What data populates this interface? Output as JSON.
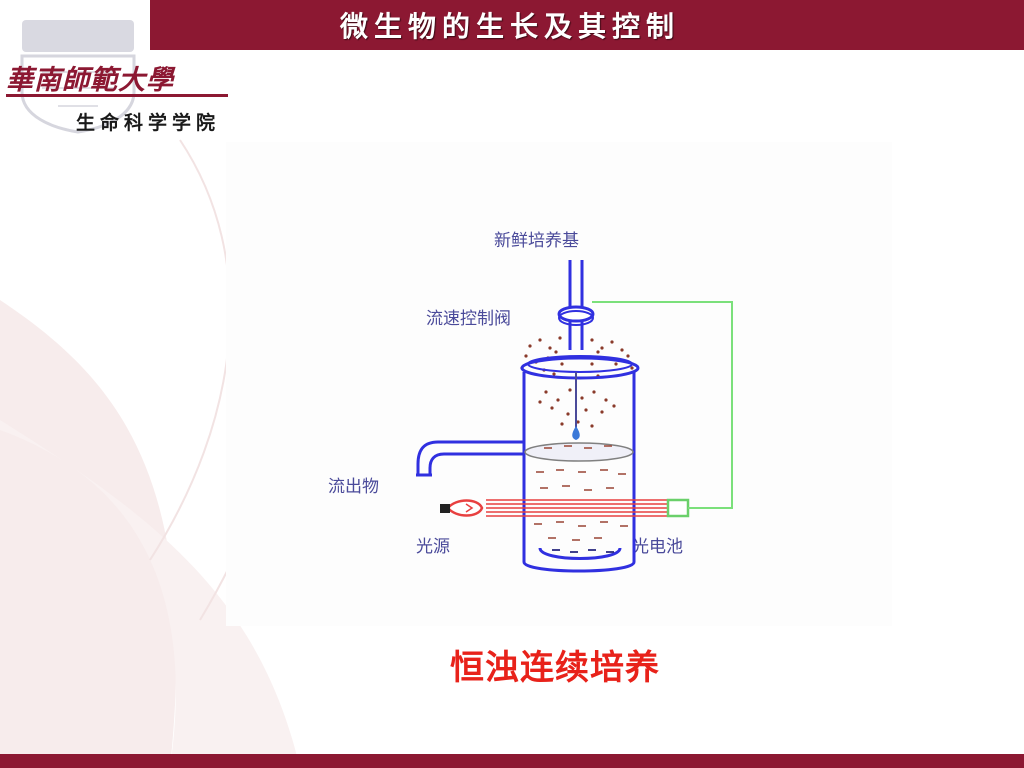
{
  "slide": {
    "title": "微生物的生长及其控制",
    "caption": "恒浊连续培养"
  },
  "header": {
    "university_name": "華南師範大學",
    "college_name": "生命科学学院"
  },
  "diagram": {
    "labels": {
      "fresh_medium": "新鲜培养基",
      "flow_valve": "流速控制阀",
      "effluent": "流出物",
      "light_source": "光源",
      "photocell": "光电池"
    }
  },
  "colors": {
    "brand_maroon": "#8c1832",
    "caption_red": "#e8221a",
    "vessel_blue": "#3030e0",
    "feedback_green": "#7be07b",
    "light_beam_red": "#e84040",
    "label_purple": "#4a4a9a"
  }
}
